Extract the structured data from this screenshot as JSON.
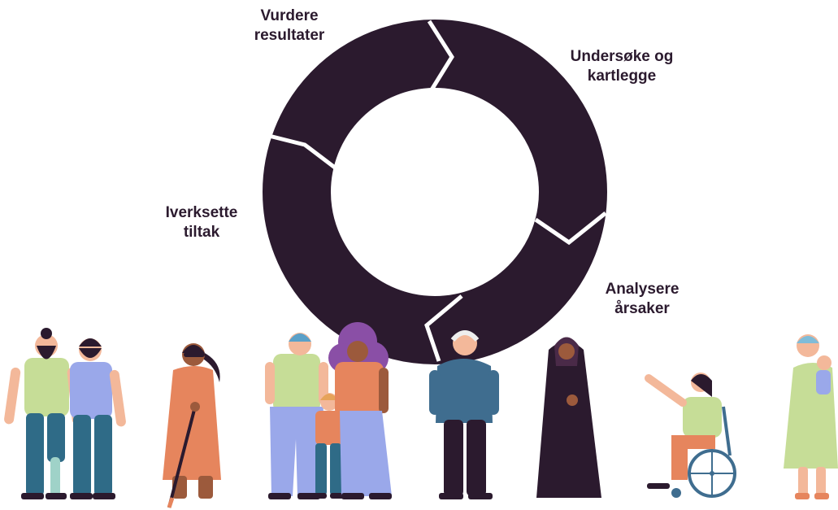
{
  "cycle": {
    "steps": [
      {
        "label": "Vurdere\nresultater"
      },
      {
        "label": "Undersøke og\nkartlegge"
      },
      {
        "label": "Analysere\nårsaker"
      },
      {
        "label": "Iverksette\ntiltak"
      }
    ],
    "ring_color": "#2b1a2e"
  },
  "people": [
    {
      "icon": "man-with-prosthetic-leg-icon"
    },
    {
      "icon": "bearded-man-icon"
    },
    {
      "icon": "blind-woman-with-cane-icon"
    },
    {
      "icon": "father-icon"
    },
    {
      "icon": "child-icon"
    },
    {
      "icon": "curly-haired-woman-icon"
    },
    {
      "icon": "elderly-man-icon"
    },
    {
      "icon": "woman-in-abaya-icon"
    },
    {
      "icon": "woman-in-wheelchair-icon"
    },
    {
      "icon": "mother-with-baby-icon"
    }
  ],
  "colors": {
    "dark": "#2b1a2e",
    "skin_light": "#f3b89a",
    "skin_mid": "#e59a72",
    "skin_dark": "#9c5a3c",
    "green": "#c6dd97",
    "lavender": "#9aa8ea",
    "teal": "#2f6b87",
    "coral": "#e6855d",
    "purple": "#8a4fa6",
    "slate": "#3f6d8f"
  }
}
